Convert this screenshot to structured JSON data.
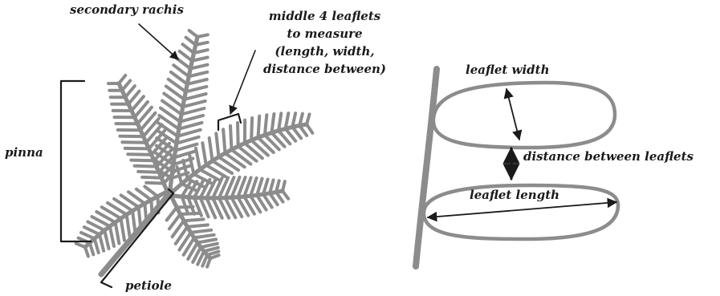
{
  "labels": {
    "secondary_rachis": "secondary rachis",
    "middle_leaflets": [
      "middle 4 leaflets",
      "to measure",
      "(length, width,",
      "distance between)"
    ],
    "pinna": "pinna",
    "petiole": "petiole",
    "leaflet_width": "leaflet width",
    "distance_between_leaflets": "distance between leaflets",
    "leaflet_length": "leaflet length"
  },
  "colors": {
    "fern": "#8c8c8c",
    "ink": "#1a1a1a",
    "background": "#ffffff"
  }
}
